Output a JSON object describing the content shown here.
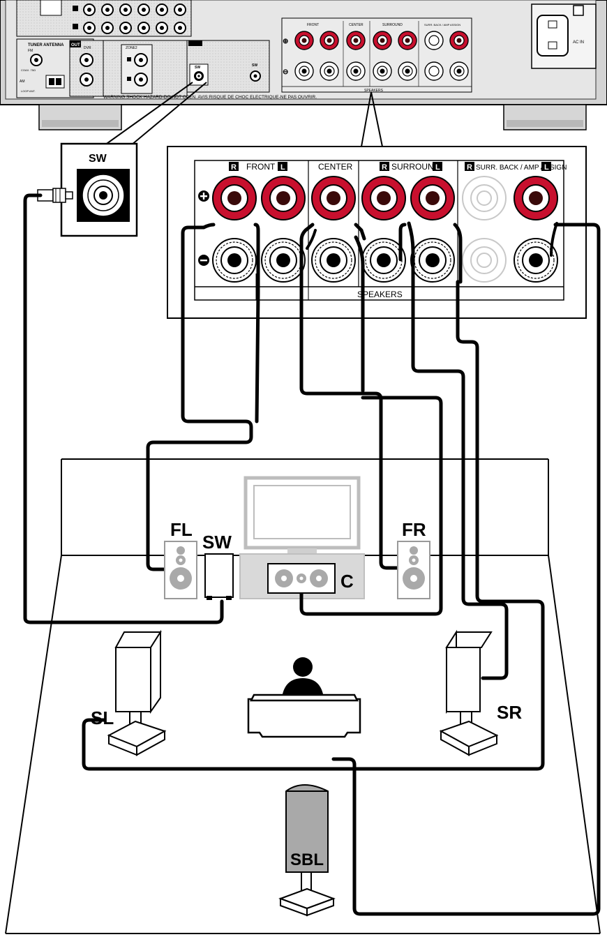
{
  "receiver": {
    "tuner_antenna": "TUNER ANTENNA",
    "fm": "FM",
    "coax": "COAX.\n75Ω",
    "am": "AM",
    "loop_ant": "LOOP\nANT.",
    "out_badge": "OUT",
    "dvr": "DVR",
    "zone2": "ZONE2",
    "preout_sw": "SW",
    "preout_sw2": "SW",
    "warning": "WARNING:SHOCK HAZARD-DO NOT OPEN.   AVIS:RISQUE DE CHOC ELECTRIQUE-NE PAS OUVRIR.",
    "ac_in": "AC IN",
    "mini_front": "FRONT",
    "mini_center": "CENTER",
    "mini_surround": "SURROUND",
    "mini_surr_back": "SURR. BACK / AMP ASSIGN",
    "mini_speakers": "SPEAKERS"
  },
  "callout_sw": "SW",
  "panel": {
    "front": "FRONT",
    "center": "CENTER",
    "surround": "SURROUND",
    "surr_back": "SURR. BACK / AMP ASSIGN",
    "speakers": "SPEAKERS",
    "r_badge": "R",
    "l_badge": "L"
  },
  "speakers": {
    "fl": "FL",
    "fr": "FR",
    "sw": "SW",
    "c": "C",
    "sl": "SL",
    "sr": "SR",
    "sbl": "SBL"
  },
  "colors": {
    "terminal_red": "#c8102e",
    "terminal_dark": "#3a0a0a",
    "gray_speaker": "#a9a9a9",
    "light_gray": "#d9d9d9"
  }
}
